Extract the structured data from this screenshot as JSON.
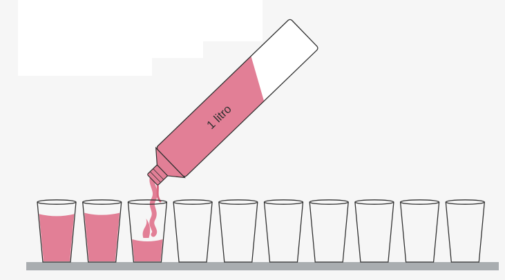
{
  "bottle": {
    "label": "1 litro",
    "fill_fraction": 0.65
  },
  "cups": {
    "count": 10,
    "fill_levels": [
      0.8,
      0.82,
      0.38,
      0,
      0,
      0,
      0,
      0,
      0,
      0
    ]
  },
  "colors": {
    "liquid": "#e27f96",
    "liquid_dark": "#d9677f",
    "outline": "#2f2f2f",
    "shelf": "#a9adb0",
    "background": "#f6f6f6",
    "panel": "#ffffff"
  }
}
